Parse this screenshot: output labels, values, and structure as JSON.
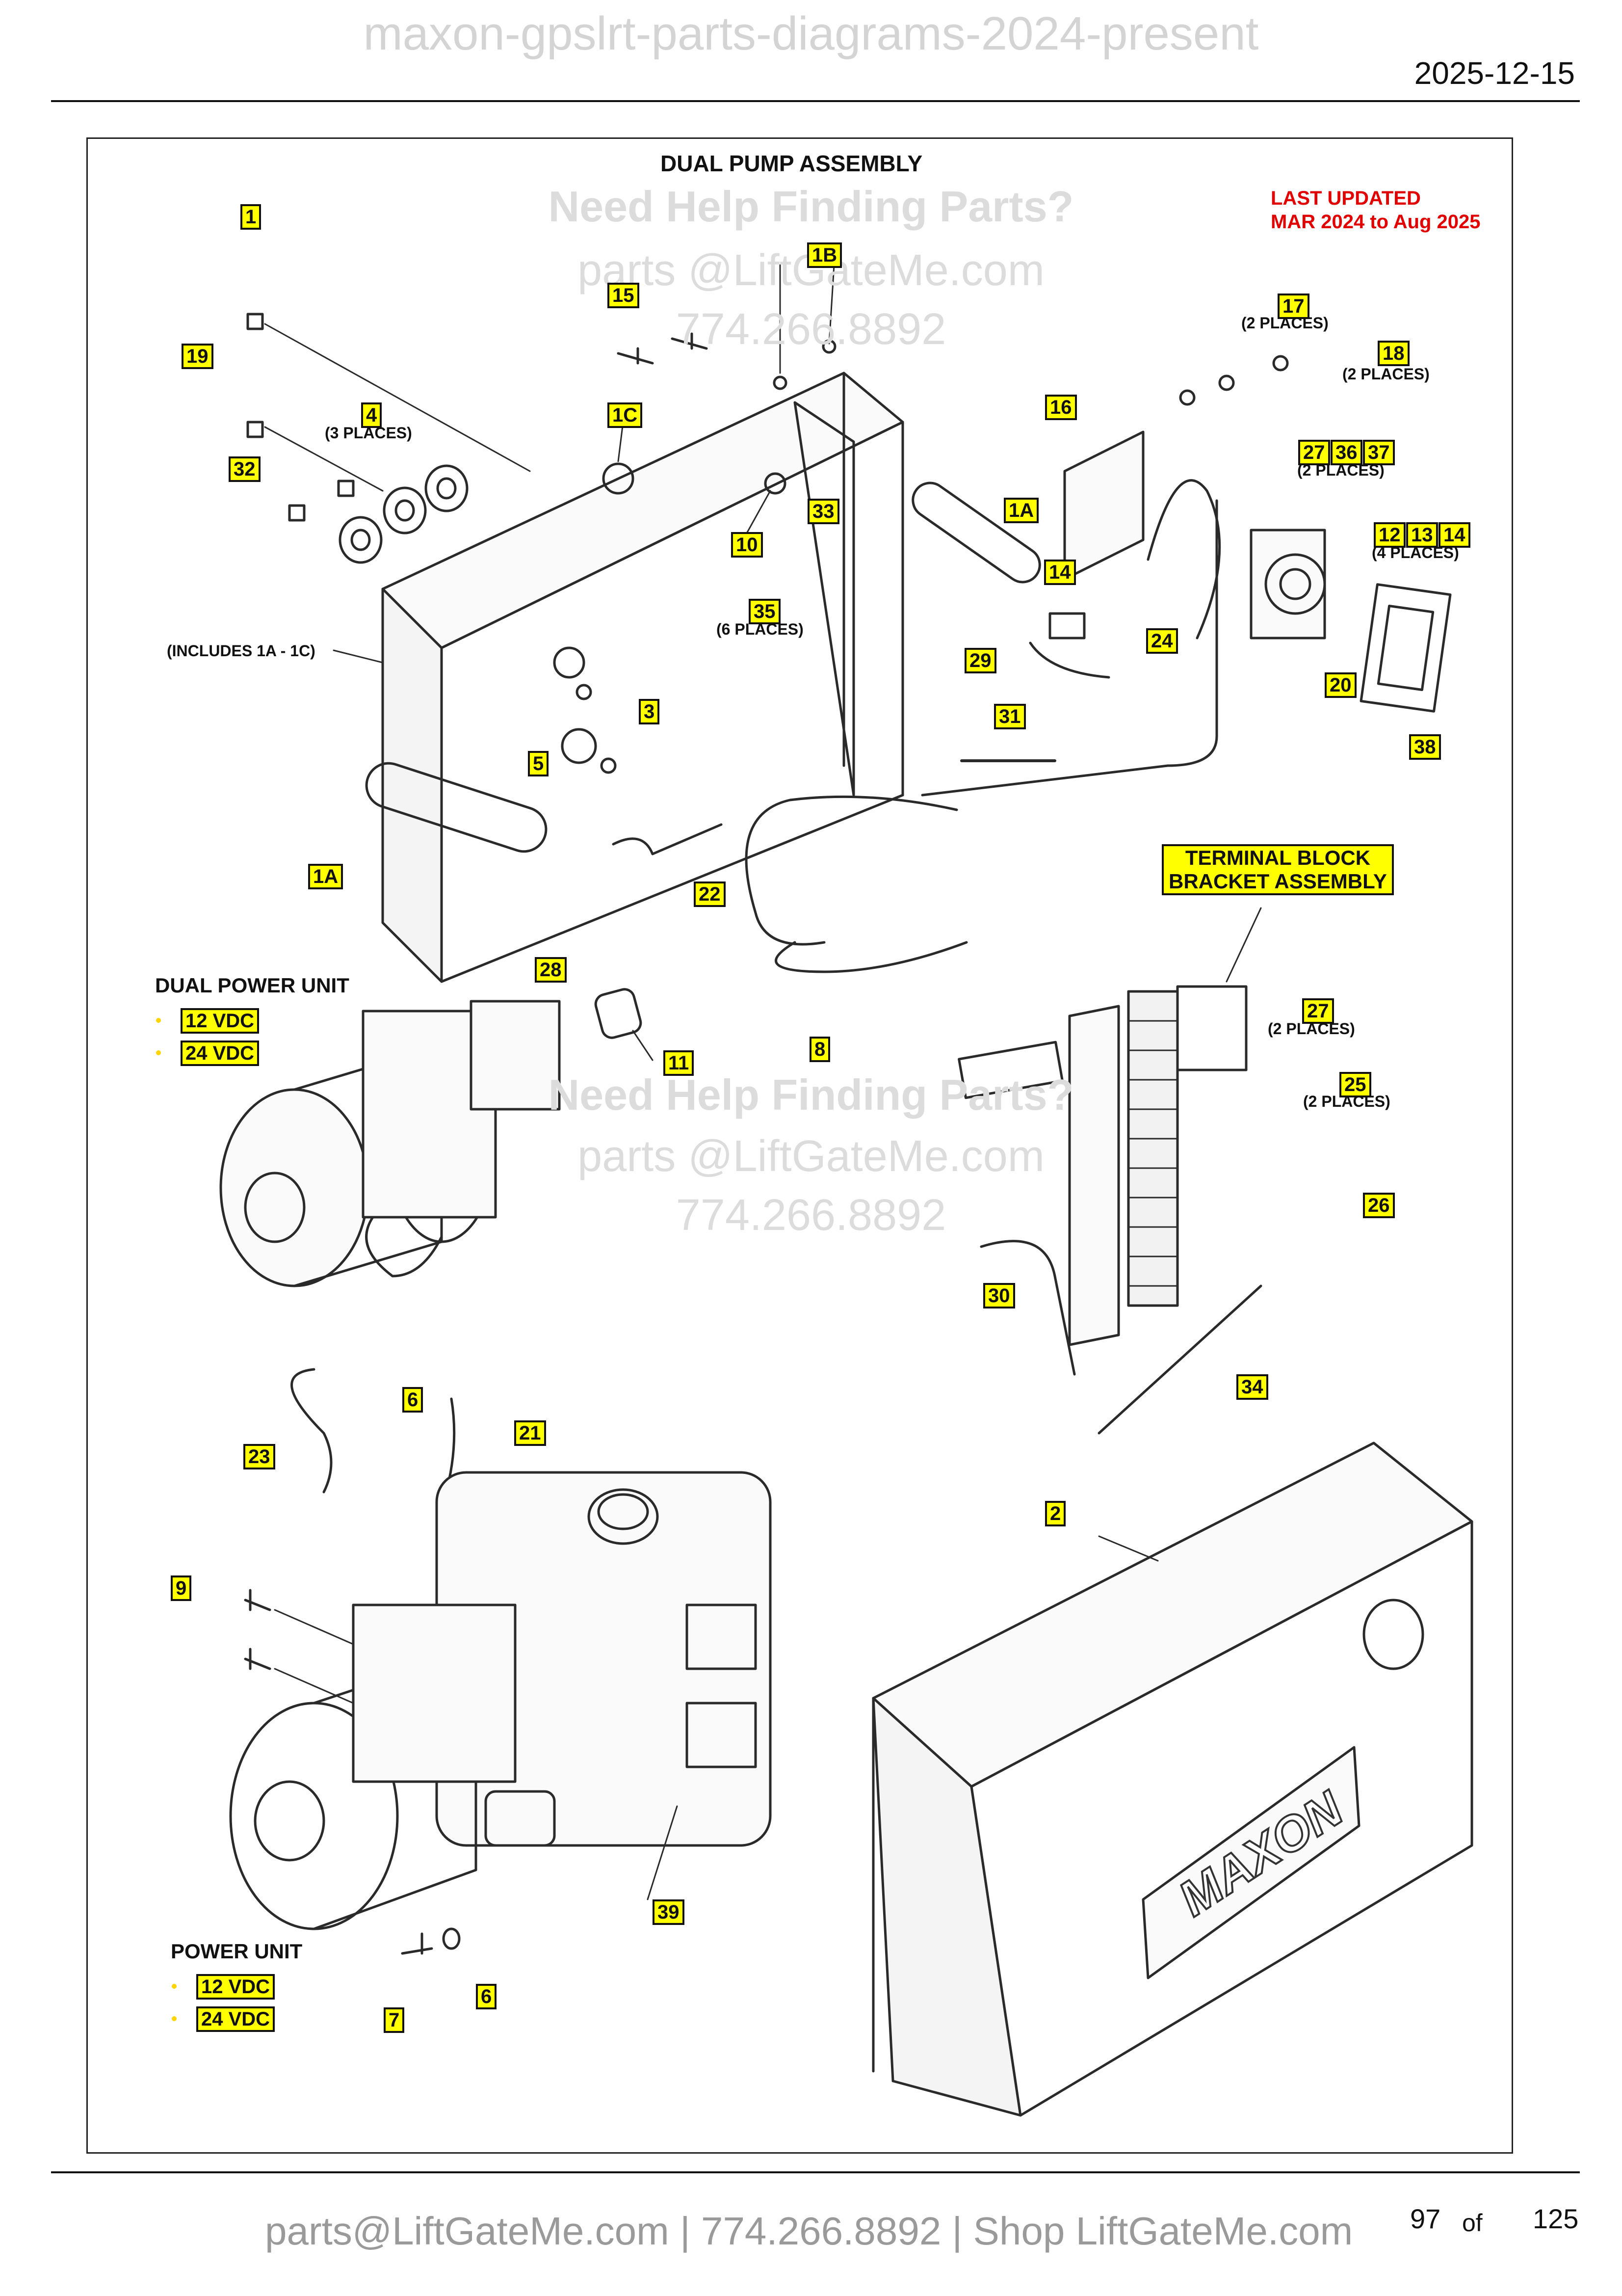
{
  "header": {
    "doc_title": "maxon-gpslrt-parts-diagrams-2024-present",
    "date": "2025-12-15"
  },
  "watermark": {
    "help": "Need Help Finding Parts?",
    "email": "parts @LiftGateMe.com",
    "phone": "774.266.8892"
  },
  "diagram": {
    "title": "DUAL PUMP ASSEMBLY",
    "updated_line1": "LAST UPDATED",
    "updated_line2": "MAR 2024 to Aug 2025",
    "labels": {
      "1": "1",
      "1A": "1A",
      "1B": "1B",
      "1C": "1C",
      "2": "2",
      "3": "3",
      "4": "4",
      "5": "5",
      "6": "6",
      "7": "7",
      "8": "8",
      "9": "9",
      "10": "10",
      "11": "11",
      "12": "12",
      "13": "13",
      "14": "14",
      "15": "15",
      "16": "16",
      "17": "17",
      "18": "18",
      "19": "19",
      "20": "20",
      "21": "21",
      "22": "22",
      "23": "23",
      "24": "24",
      "25": "25",
      "26": "26",
      "27": "27",
      "28": "28",
      "29": "29",
      "30": "30",
      "31": "31",
      "32": "32",
      "33": "33",
      "34": "34",
      "35": "35",
      "36": "36",
      "37": "37",
      "38": "38",
      "39": "39"
    },
    "notes": {
      "includes": "(INCLUDES 1A - 1C)",
      "two_places": "(2 PLACES)",
      "three_places": "(3 PLACES)",
      "four_places": "(4 PLACES)",
      "six_places": "(6 PLACES)"
    },
    "terminal_block_line1": "TERMINAL BLOCK",
    "terminal_block_line2": "BRACKET ASSEMBLY",
    "dual_power_unit": "DUAL POWER UNIT",
    "power_unit": "POWER UNIT",
    "v12": "12 VDC",
    "v24": "24 VDC",
    "logo": "MAXON"
  },
  "footer": {
    "contact": "parts@LiftGateMe.com | 774.266.8892 | Shop LiftGateMe.com",
    "page": "97",
    "of": "of",
    "total": "125"
  }
}
